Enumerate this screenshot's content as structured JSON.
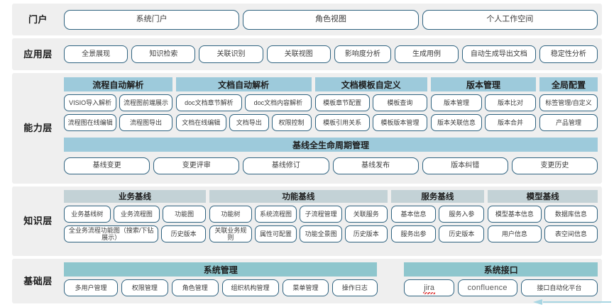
{
  "layers": [
    {
      "id": "portal",
      "label": "门户",
      "items": [
        "系统门户",
        "角色视图",
        "个人工作空间"
      ]
    },
    {
      "id": "application",
      "label": "应用层",
      "items": [
        "全景展现",
        "知识检索",
        "关联识别",
        "关联视图",
        "影响度分析",
        "生成用例",
        "自动生成导出文档",
        "稳定性分析"
      ]
    },
    {
      "id": "capability",
      "label": "能力层",
      "groups": [
        {
          "title": "流程自动解析",
          "rows": [
            [
              "VISIO导入解析",
              "流程图前端展示"
            ],
            [
              "流程图在线编辑",
              "流程图导出"
            ]
          ]
        },
        {
          "title": "文档自动解析",
          "rows": [
            [
              "doc文档章节解析",
              "doc文档内容解析"
            ],
            [
              "文档在线编辑",
              "文档导出",
              "权限控制"
            ]
          ]
        },
        {
          "title": "文档模板自定义",
          "rows": [
            [
              "模板章节配置",
              "模板查询"
            ],
            [
              "模板引用关系",
              "模板版本管理"
            ]
          ]
        },
        {
          "title": "版本管理",
          "rows": [
            [
              "版本管理",
              "版本比对"
            ],
            [
              "版本关联信息",
              "版本合并"
            ]
          ]
        },
        {
          "title": "全局配置",
          "rows": [
            [
              "标签管理/自定义"
            ],
            [
              "产品管理"
            ]
          ]
        }
      ],
      "baseline": {
        "title": "基线全生命周期管理",
        "items": [
          "基线变更",
          "变更评审",
          "基线修订",
          "基线发布",
          "版本纠错",
          "变更历史"
        ]
      }
    },
    {
      "id": "knowledge",
      "label": "知识层",
      "groups": [
        {
          "title": "业务基线",
          "rows": [
            [
              "业务基线树",
              "业务流程图",
              "功能图"
            ],
            [
              "全业务流程功能图（搜索/下钻展示）",
              "历史版本"
            ]
          ]
        },
        {
          "title": "功能基线",
          "rows": [
            [
              "功能树",
              "系统流程图",
              "子流程管理",
              "关联服务"
            ],
            [
              "关联业务规则",
              "属性可配置",
              "功能全景图",
              "历史版本"
            ]
          ]
        },
        {
          "title": "服务基线",
          "rows": [
            [
              "基本信息",
              "服务入参"
            ],
            [
              "服务出参",
              "历史版本"
            ]
          ]
        },
        {
          "title": "模型基线",
          "rows": [
            [
              "模型基本信息",
              "数据库信息"
            ],
            [
              "用户信息",
              "表空间信息"
            ]
          ]
        }
      ]
    },
    {
      "id": "base",
      "label": "基础层",
      "groups": [
        {
          "title": "系统管理",
          "rows": [
            [
              "多用户管理",
              "权限管理",
              "角色管理",
              "组织机构管理",
              "菜单管理",
              "操作日志"
            ]
          ]
        },
        {
          "title": "系统接口",
          "rows": [
            [
              "jira",
              "confluence",
              "接口自动化平台"
            ]
          ]
        }
      ]
    }
  ],
  "colors": {
    "band": "#efefef",
    "pill_border": "#2f6380",
    "capability_header": "#9dcadb",
    "knowledge_header": "#c3d2d6",
    "base_header": "#8ec6cd",
    "arrow": "#a8d6e3"
  }
}
